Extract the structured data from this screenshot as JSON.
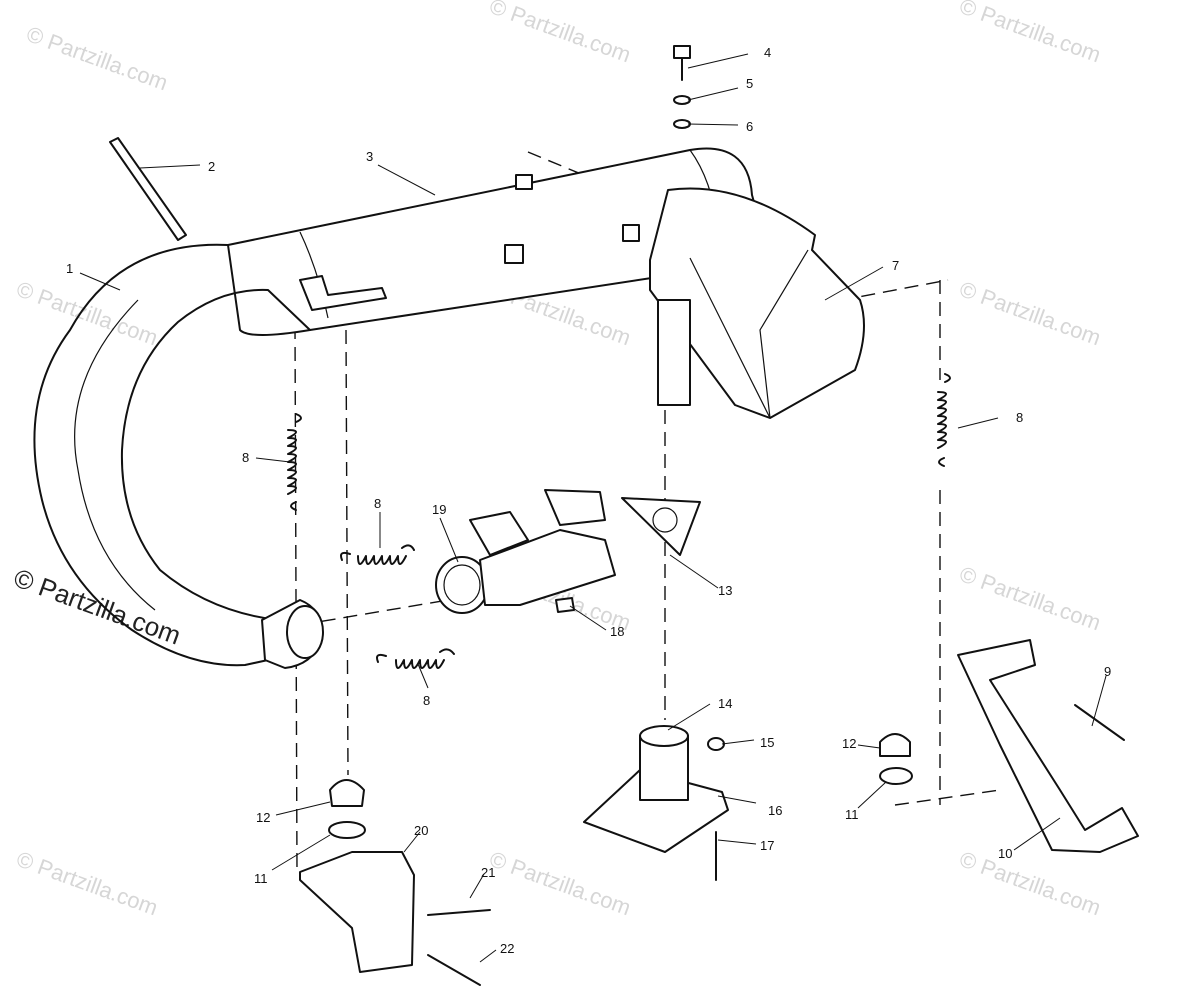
{
  "watermark": "© Partzilla.com",
  "callouts": {
    "c1": "1",
    "c2": "2",
    "c3": "3",
    "c4": "4",
    "c5": "5",
    "c6": "6",
    "c7": "7",
    "c8a": "8",
    "c8b": "8",
    "c8c": "8",
    "c8d": "8",
    "c9": "9",
    "c10": "10",
    "c11a": "11",
    "c11b": "11",
    "c12a": "12",
    "c12b": "12",
    "c13": "13",
    "c14": "14",
    "c15": "15",
    "c16": "16",
    "c17": "17",
    "c18": "18",
    "c19": "19",
    "c20": "20",
    "c21": "21",
    "c22": "22"
  }
}
